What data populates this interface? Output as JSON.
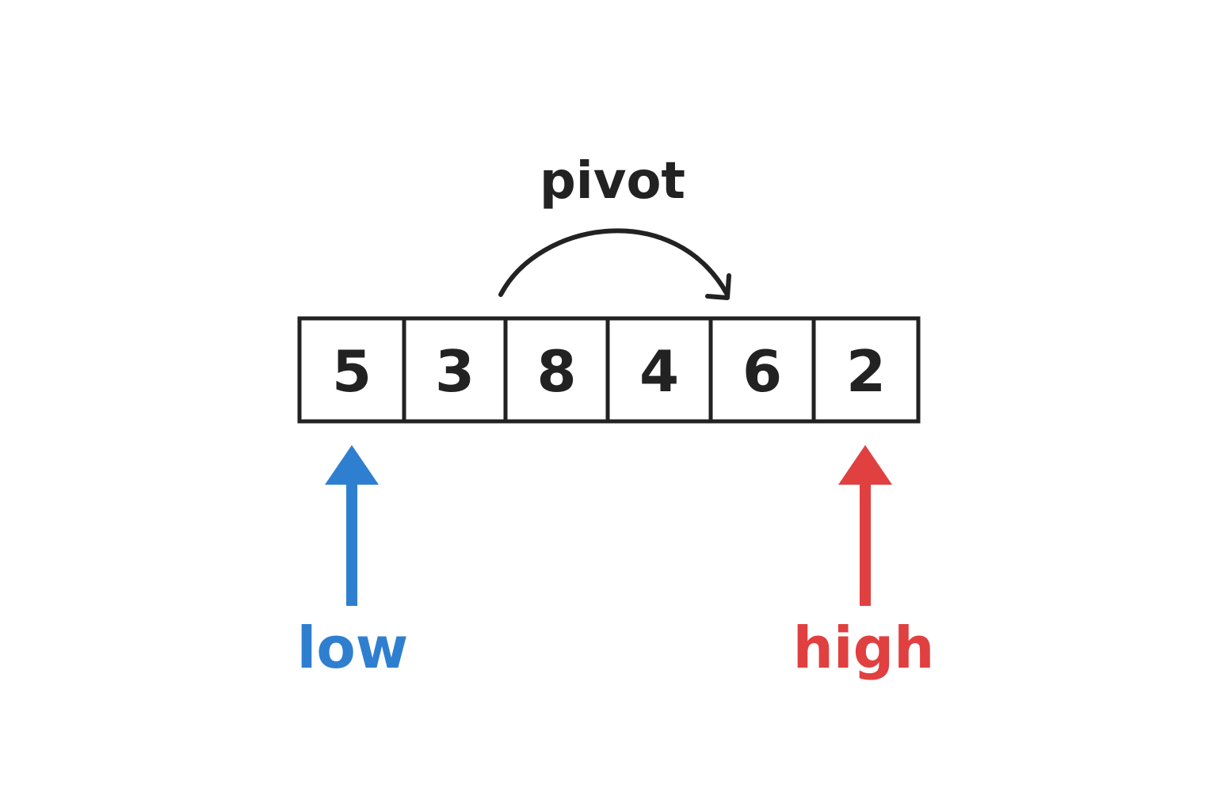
{
  "pivot_label": "pivot",
  "array": [
    "5",
    "3",
    "8",
    "4",
    "6",
    "2"
  ],
  "low": {
    "label": "low",
    "color": "#2f7fd0",
    "index": 0
  },
  "high": {
    "label": "high",
    "color": "#e04040",
    "index": 5
  },
  "colors": {
    "ink": "#222222",
    "background": "#ffffff"
  }
}
